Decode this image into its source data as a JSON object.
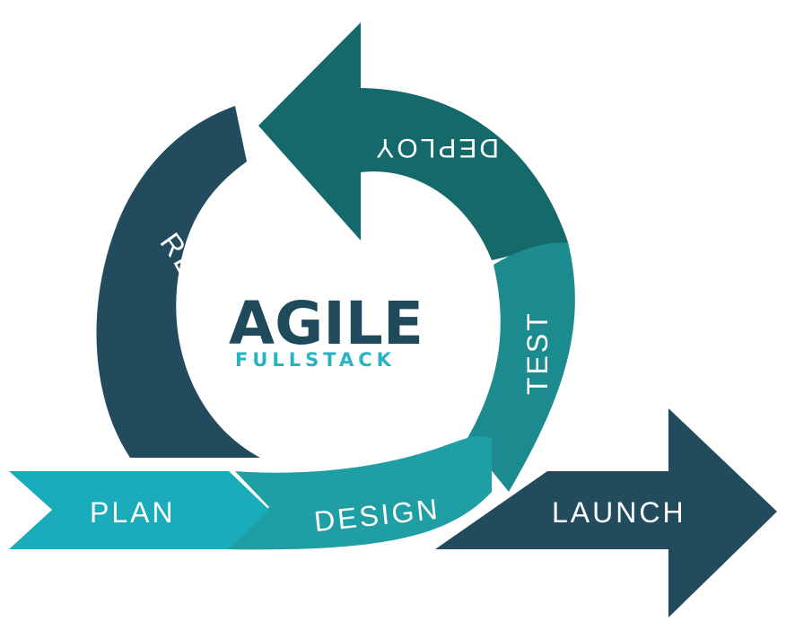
{
  "logo": {
    "title": "AGILE",
    "subtitle": "FULLSTACK"
  },
  "stages": {
    "plan": "PLAN",
    "design": "DESIGN",
    "test": "TEST",
    "deploy": "DEPLOY",
    "review": "REVIEW",
    "launch": "LAUNCH"
  },
  "colors": {
    "plan": "#1aacbb",
    "design": "#1f9ea3",
    "test": "#1b8b8f",
    "deploy": "#15696a",
    "review": "#234b5e",
    "launch": "#234b5e",
    "logo_main": "#1f4a5c",
    "logo_sub": "#27b3c4"
  }
}
